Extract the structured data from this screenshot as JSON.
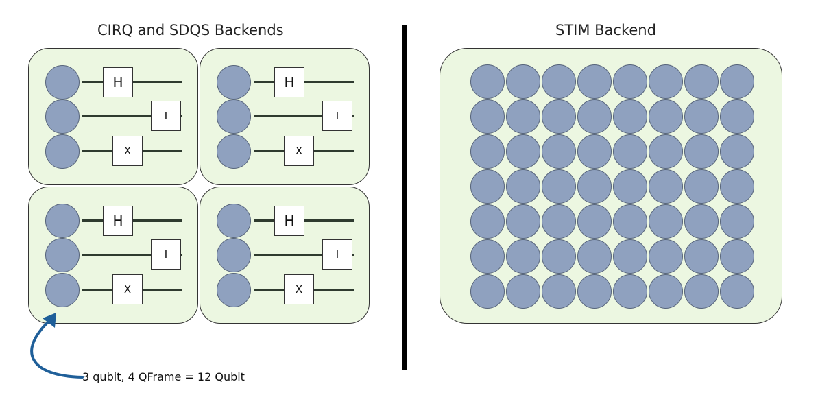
{
  "left_panel": {
    "title": "CIRQ and SDQS Backends",
    "qframe_count": 4,
    "qubits_per_frame": 3,
    "gates": [
      "H",
      "I",
      "X"
    ]
  },
  "right_panel": {
    "title": "STIM Backend",
    "grid_rows": 7,
    "grid_cols": 8
  },
  "annotation": "3 qubit, 4 QFrame = 12 Qubit",
  "colors": {
    "frame_fill": "#ecf7e1",
    "qubit_fill": "#8fa1bf",
    "arrow": "#1f5f99",
    "divider": "#000000"
  }
}
